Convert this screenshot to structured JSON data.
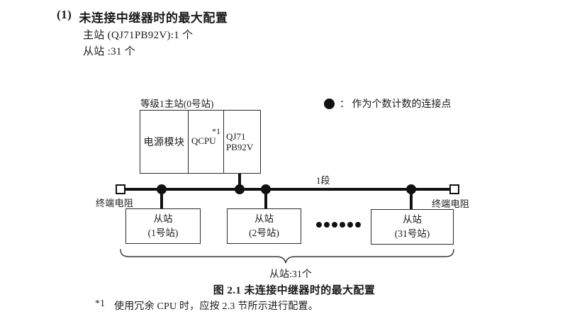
{
  "section": {
    "number": "(1)",
    "title": "未连接中继器时的最大配置",
    "master_line": "主站 (QJ71PB92V):1 个",
    "slave_line": "从站 :31 个"
  },
  "legend": {
    "text": "：  作为个数计数的连接点"
  },
  "diagram": {
    "master": {
      "label": "等级1主站(0号站)",
      "power": "电源模块",
      "cpu": "QCPU",
      "cpu_note": "*1",
      "module_line1": "QJ71",
      "module_line2": "PB92V"
    },
    "bus": {
      "segment_label": "1段",
      "terminator_left": "终端电阻",
      "terminator_right": "终端电阻"
    },
    "slaves": [
      {
        "line1": "从站",
        "line2": "(1号站)"
      },
      {
        "line1": "从站",
        "line2": "(2号站)"
      },
      {
        "line1": "从站",
        "line2": "(31号站)"
      }
    ],
    "brace_label": "从站:31个"
  },
  "caption": "图 2.1 未连接中继器时的最大配置",
  "footnote": {
    "marker": "*1",
    "text": "使用冗余 CPU 时，应按 2.3 节所示进行配置。"
  }
}
